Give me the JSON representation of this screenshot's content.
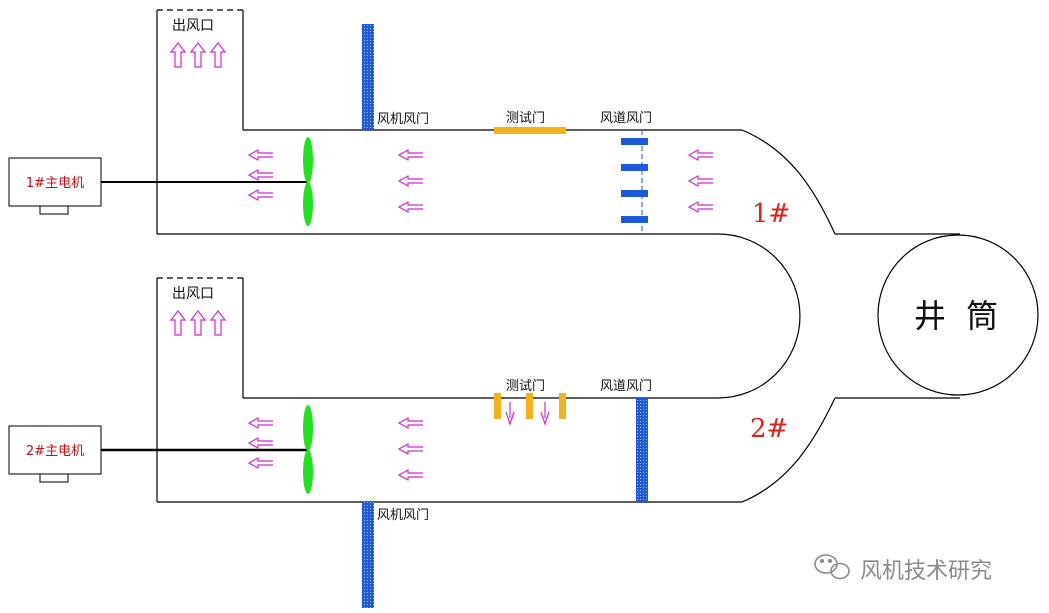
{
  "labels": {
    "outlet_1": "出风口",
    "outlet_2": "出风口",
    "fan_damper_1": "风机风门",
    "fan_damper_2": "风机风门",
    "test_door_1": "测试门",
    "test_door_2": "测试门",
    "duct_damper_1": "风道风门",
    "duct_damper_2": "风道风门",
    "motor_1": "1#主电机",
    "motor_2": "2#主电机",
    "unit_1": "1#",
    "unit_2": "2#",
    "shaft": "井  筒",
    "watermark": "风机技术研究"
  },
  "colors": {
    "line": "#000000",
    "damper_blue": "#1f58d8",
    "test_door_yellow": "#f2b21c",
    "fan_blade_green": "#22e022",
    "arrow_magenta": "#d22ad2",
    "unit_label_red": "#e0201c",
    "watermark_gray": "#8a8a8a"
  },
  "icons": {
    "fan": "fan-blade-icon",
    "flow": "airflow-arrow-icon",
    "watermark": "wechat-icon"
  }
}
